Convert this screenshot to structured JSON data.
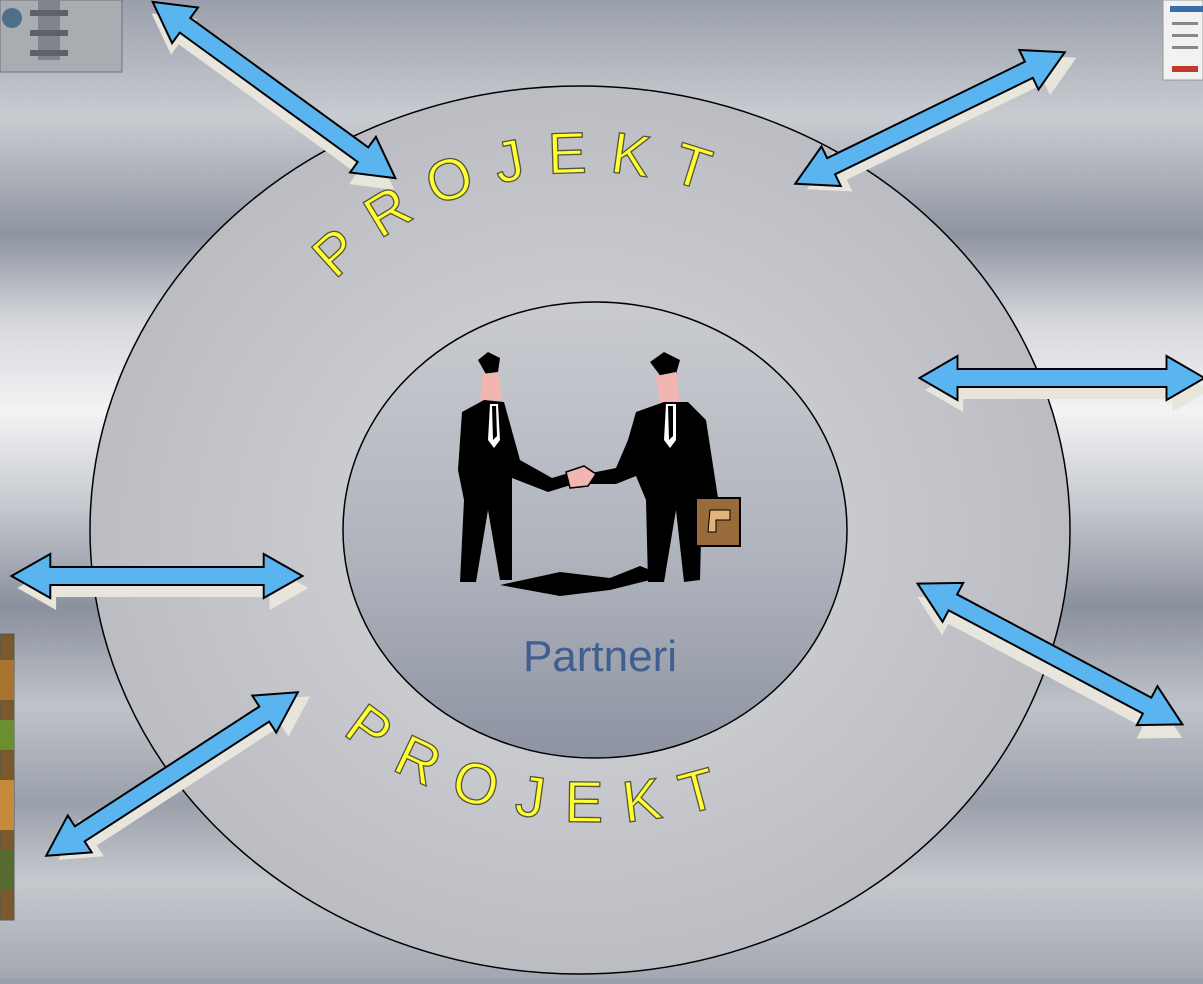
{
  "diagram": {
    "ring_text_top": "PROJEKT",
    "ring_text_bottom": "PROJEKT",
    "center_label": "Partneri",
    "center_icon": "handshake-icon",
    "colors": {
      "arrow_fill": "#5ab4f0",
      "ring_fill": "#c4c6ca",
      "center_fill": "#a9adb7",
      "ring_text": "#ffff33",
      "center_label": "#3f5f8f"
    }
  }
}
